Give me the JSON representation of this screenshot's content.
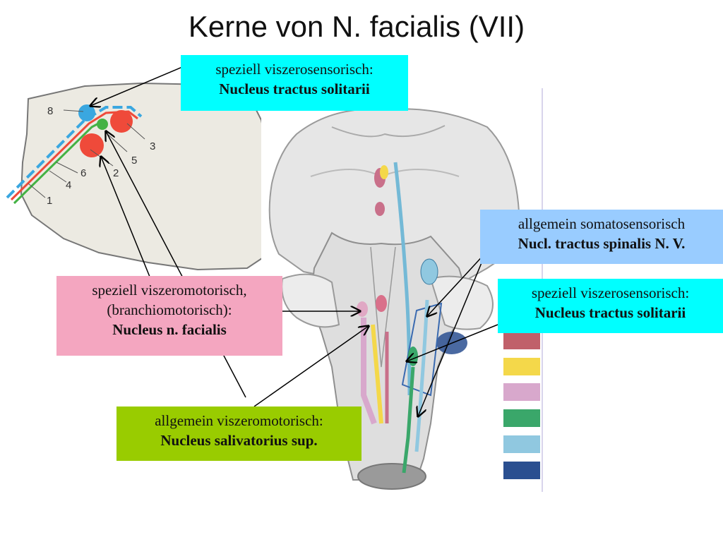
{
  "title": "Kerne von N. facialis (VII)",
  "colors": {
    "cyan_box": "#00ffff",
    "pink_box": "#f4a6c0",
    "green_box": "#99cc00",
    "blue_box": "#99ccff",
    "nucleus_red": "#ef4a3a",
    "nucleus_green": "#44b244",
    "nucleus_blue": "#3aa7e0",
    "legend": [
      "#c0606a",
      "#f4d84a",
      "#d8a8cc",
      "#3aa76a",
      "#90c8e0",
      "#2a4f90"
    ]
  },
  "labels": {
    "nts_top": {
      "line1": "speziell viszerosensorisch:",
      "line2": "Nucleus tractus solitarii"
    },
    "facialis": {
      "line1": "speziell viszeromotorisch,",
      "line2": "(branchiomotorisch):",
      "line3": "Nucleus n. facialis"
    },
    "salivatorius": {
      "line1": "allgemein viszeromotorisch:",
      "line2": "Nucleus salivatorius sup."
    },
    "spinalis": {
      "line1": "allgemein somatosensorisch",
      "line2": "Nucl. tractus spinalis N. V."
    },
    "nts_right": {
      "line1": "speziell viszerosensorisch:",
      "line2": "Nucleus tractus solitarii"
    }
  },
  "inset_numbers": [
    "1",
    "2",
    "3",
    "4",
    "5",
    "6",
    "8"
  ]
}
